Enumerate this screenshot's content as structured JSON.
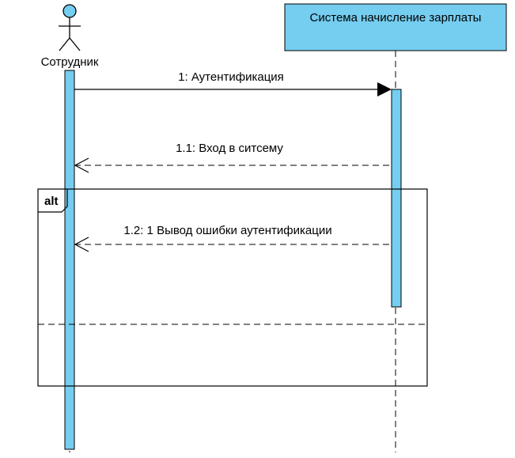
{
  "diagram": {
    "actor": {
      "name": "Сотрудник",
      "icon": "stick-figure-actor-icon",
      "fill": "#75cdf0"
    },
    "system": {
      "name": "Система начисление зарплаты",
      "fill": "#75cdf0"
    },
    "fragment": {
      "operator": "alt"
    },
    "messages": [
      {
        "id": "m1",
        "label": "1: Аутентификация",
        "kind": "synchronous"
      },
      {
        "id": "m2",
        "label": "1.1: Вход в ситсему",
        "kind": "return"
      },
      {
        "id": "m3",
        "label": "1.2: 1 Вывод ошибки аутентификации",
        "kind": "return"
      }
    ]
  }
}
